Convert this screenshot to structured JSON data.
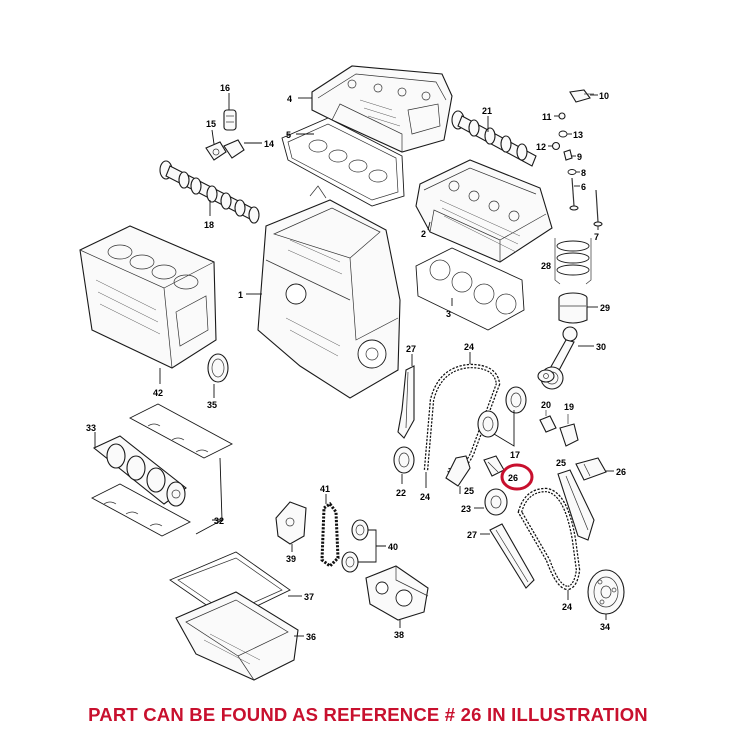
{
  "caption": "PART CAN BE FOUND AS REFERENCE # 26 IN ILLUSTRATION",
  "colors": {
    "highlight": "#c8102e",
    "caption": "#c8102e",
    "line": "#1a1a1a"
  },
  "references": {
    "r1": "1",
    "r2": "2",
    "r3": "3",
    "r4": "4",
    "r5": "5",
    "r6": "6",
    "r7": "7",
    "r8": "8",
    "r9": "9",
    "r10": "10",
    "r11": "11",
    "r12": "12",
    "r13": "13",
    "r14": "14",
    "r15": "15",
    "r16": "16",
    "r17": "17",
    "r18": "18",
    "r19": "19",
    "r20": "20",
    "r21": "21",
    "r22": "22",
    "r23": "23",
    "r24a": "24",
    "r24b": "24",
    "r24c": "24",
    "r25a": "25",
    "r25b": "25",
    "r26a": "26",
    "r26b": "26",
    "r27a": "27",
    "r27b": "27",
    "r28": "28",
    "r29": "29",
    "r30": "30",
    "r32": "32",
    "r33": "33",
    "r34": "34",
    "r35": "35",
    "r36": "36",
    "r37": "37",
    "r38": "38",
    "r39": "39",
    "r40": "40",
    "r41": "41",
    "r42": "42"
  },
  "highlighted_reference": "26"
}
